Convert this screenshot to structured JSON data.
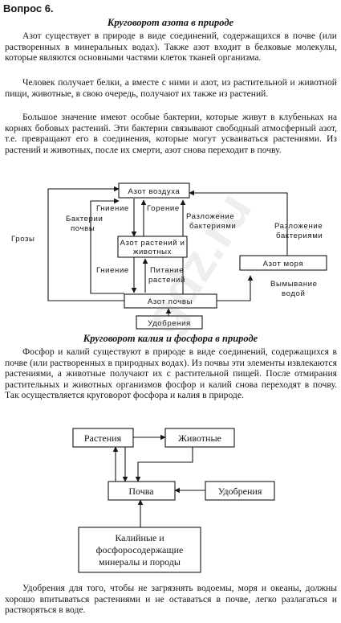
{
  "header": {
    "question": "Вопрос 6."
  },
  "section1": {
    "title": "Круговорот азота в природе",
    "paragraphs": [
      "Азот существует в природе в виде соединений, содержащихся в почве (или растворенных в минеральных водах). Также азот входит в белковые молекулы, которые являются основными частями клеток тканей организма.",
      "Человек получает белки, а вместе с ними и азот, из растительной и животной пищи, животные, в свою очередь, получают их также из растений.",
      "Большое значение имеют особые бактерии, которые живут в клубеньках на корнях бобовых растений. Эти бактерии связывают свободный атмосферный азот, т.е. превращают его в соединения, которые могут усваиваться растениями. Из растений и животных, после их смерти, азот снова переходит в почву."
    ]
  },
  "diagram1": {
    "air": "Азот воздуха",
    "plants_animals": [
      "Азот растений и",
      "животных"
    ],
    "soil": "Азот почвы",
    "sea": "Азот моря",
    "fertilizers": "Удобрения",
    "storms": "Грозы",
    "soil_bacteria": [
      "Бактерии",
      "почвы"
    ],
    "rotting_top": "Гниение",
    "burning": "Горение",
    "decomp_inner": [
      "Разложение",
      "бактериями"
    ],
    "decomp_outer": [
      "Разложение",
      "бактериями"
    ],
    "rotting_bottom": "Гниение",
    "plant_feeding": [
      "Питание",
      "растений"
    ],
    "washing": [
      "Вымывание",
      "водой"
    ]
  },
  "section2": {
    "title": "Круговорот калия и фосфора в природе",
    "paragraph": "Фосфор и калий существуют в природе в виде соединений, содержащихся в почве (или растворенных в природных водах). Из почвы эти элементы извлекаются растениями, а животные получают их с растительной пищей. После отмирания растительных и животных организмов фосфор и калий снова переходят в почву. Так осуществляется круговорот фосфора и калия в природе."
  },
  "diagram2": {
    "plants": "Растения",
    "animals": "Животные",
    "soil": "Почва",
    "fertilizers": "Удобрения",
    "minerals": [
      "Калийные и",
      "фосфоросодержащие",
      "минералы и породы"
    ]
  },
  "footer": {
    "paragraph": "Удобрения для того, чтобы не загрязнять водоемы, моря и океаны, должны хорошо впитываться растениями и не оставаться в почве, легко разлагаться и растворяться в воде."
  },
  "watermark": "gdz.ru"
}
